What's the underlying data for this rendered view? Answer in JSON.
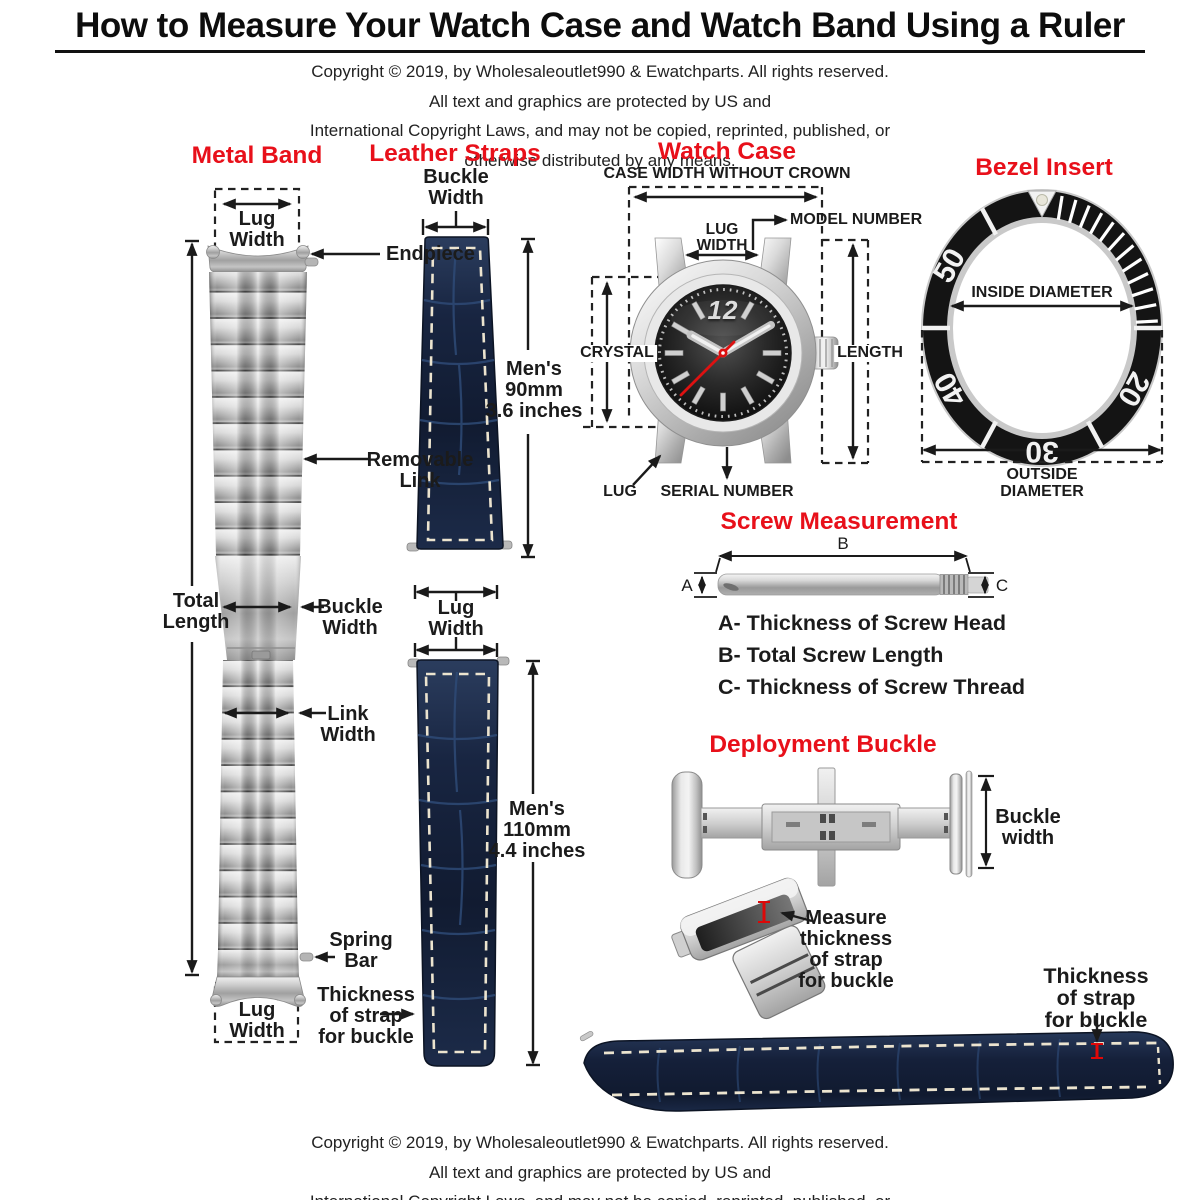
{
  "title": "How to Measure Your Watch Case and Watch Band Using a Ruler",
  "copyright": {
    "line1": "Copyright  © 2019, by Wholesaleoutlet990 & Ewatchparts. All rights reserved. All text and graphics are protected by US and",
    "line2": "International Copyright Laws, and may not be copied, reprinted, published, or otherwise distributed by any  means."
  },
  "metal": {
    "heading": "Metal Band",
    "lug_width_top": "Lug\nWidth",
    "endpiece": "Endpiece",
    "total_length": "Total\nLength",
    "removable_link": "Removable\nLink",
    "buckle_width": "Buckle\nWidth",
    "link_width": "Link\nWidth",
    "spring_bar": "Spring\nBar",
    "lug_width_bottom": "Lug\nWidth",
    "thickness_of_strap": "Thickness\nof strap\nfor buckle"
  },
  "leather": {
    "heading": "Leather Straps",
    "buckle_width": "Buckle\nWidth",
    "mens_short": "Men's\n90mm\n3.6 inches",
    "lug_width": "Lug\nWidth",
    "mens_long": "Men's\n110mm\n4.4 inches"
  },
  "watch": {
    "heading": "Watch Case",
    "case_width": "CASE WIDTH WITHOUT CROWN",
    "model_number": "MODEL NUMBER",
    "lug_width": "LUG\nWIDTH",
    "crystal": "CRYSTAL",
    "length": "LENGTH",
    "lug": "LUG",
    "serial_number": "SERIAL NUMBER",
    "dial_numeral": "12"
  },
  "bezel": {
    "heading": "Bezel Insert",
    "inside_diameter": "INSIDE DIAMETER",
    "outside_diameter": "OUTSIDE DIAMETER",
    "n50": "50",
    "n40": "40",
    "n30": "30",
    "n20": "20"
  },
  "screw": {
    "heading": "Screw Measurement",
    "a": "A",
    "b": "B",
    "c": "C",
    "legend_a": "A- Thickness of Screw Head",
    "legend_b": "B- Total Screw Length",
    "legend_c": "C- Thickness of Screw Thread"
  },
  "deploy": {
    "heading": "Deployment Buckle",
    "buckle_width": "Buckle\nwidth",
    "measure_thickness": "Measure\nthickness\nof strap\nfor buckle",
    "thickness_of_strap": "Thickness of strap\nfor buckle"
  }
}
